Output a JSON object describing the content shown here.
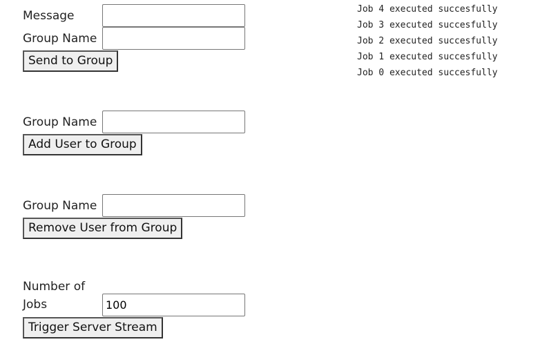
{
  "send_section": {
    "message_label": "Message",
    "message_value": "",
    "group_label": "Group Name",
    "group_value": "",
    "button_label": "Send to Group"
  },
  "add_section": {
    "group_label": "Group Name",
    "group_value": "",
    "button_label": "Add User to Group"
  },
  "remove_section": {
    "group_label": "Group Name",
    "group_value": "",
    "button_label": "Remove User from Group"
  },
  "stream_section": {
    "jobs_label": "Number of Jobs",
    "jobs_value": "100",
    "button_label": "Trigger Server Stream"
  },
  "log": {
    "entries": [
      "Job 4 executed succesfully",
      "Job 3 executed succesfully",
      "Job 2 executed succesfully",
      "Job 1 executed succesfully",
      "Job 0 executed succesfully"
    ]
  }
}
